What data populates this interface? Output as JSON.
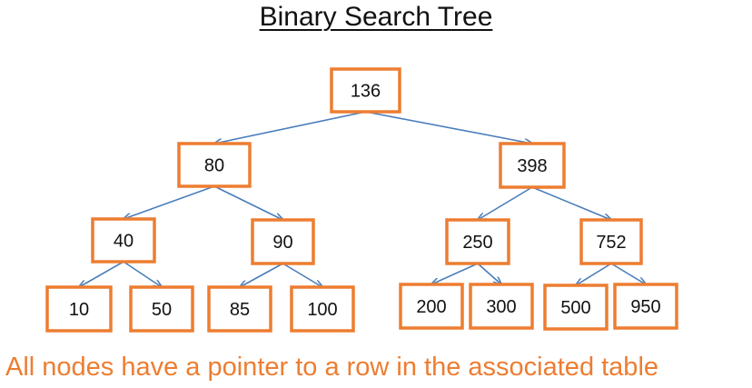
{
  "title": "Binary Search Tree",
  "caption": "All nodes have a pointer to a row in the associated table",
  "colors": {
    "node_border": "#ED7D31",
    "edge": "#4A7EBB",
    "caption": "#ED7D31"
  },
  "tree": {
    "nodes": [
      {
        "id": "n136",
        "label": "136"
      },
      {
        "id": "n80",
        "label": "80"
      },
      {
        "id": "n398",
        "label": "398"
      },
      {
        "id": "n40",
        "label": "40"
      },
      {
        "id": "n90",
        "label": "90"
      },
      {
        "id": "n250",
        "label": "250"
      },
      {
        "id": "n752",
        "label": "752"
      },
      {
        "id": "n10",
        "label": "10"
      },
      {
        "id": "n50",
        "label": "50"
      },
      {
        "id": "n85",
        "label": "85"
      },
      {
        "id": "n100",
        "label": "100"
      },
      {
        "id": "n200",
        "label": "200"
      },
      {
        "id": "n300",
        "label": "300"
      },
      {
        "id": "n500",
        "label": "500"
      },
      {
        "id": "n950",
        "label": "950"
      }
    ],
    "edges": [
      {
        "from": "n136",
        "to": "n80"
      },
      {
        "from": "n136",
        "to": "n398"
      },
      {
        "from": "n80",
        "to": "n40"
      },
      {
        "from": "n80",
        "to": "n90"
      },
      {
        "from": "n398",
        "to": "n250"
      },
      {
        "from": "n398",
        "to": "n752"
      },
      {
        "from": "n40",
        "to": "n10"
      },
      {
        "from": "n40",
        "to": "n50"
      },
      {
        "from": "n90",
        "to": "n85"
      },
      {
        "from": "n90",
        "to": "n100"
      },
      {
        "from": "n250",
        "to": "n200"
      },
      {
        "from": "n250",
        "to": "n300"
      },
      {
        "from": "n752",
        "to": "n500"
      },
      {
        "from": "n752",
        "to": "n950"
      }
    ]
  }
}
